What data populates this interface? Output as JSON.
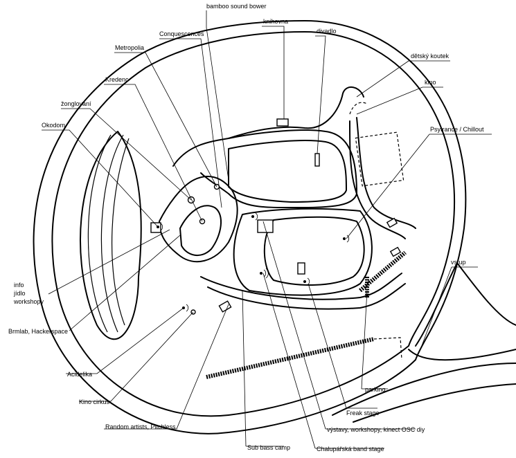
{
  "labels": {
    "bamboo": "bamboo sound bower",
    "knihovna": "knihovna",
    "divadlo": "divadlo",
    "conquescences": "Conquescences",
    "metropolia": "Metropolia",
    "detsky": "dětský koutek",
    "kredenc": "Kredenc",
    "kino": "kino",
    "zonglovani": "žonglování",
    "okodom": "Okodom",
    "psytrance": "Psytrance / Chillout",
    "vstup": "vstup",
    "info": "info",
    "jidlo": "jídlo",
    "workshopy": "workshopy",
    "brmlab": "Brmlab, Hackerspace",
    "acidelika": "Acidelika",
    "kinocirkus": "Kino cirkus",
    "parking": "parking",
    "freak": "Freak stage",
    "random": "Random artists, Pitchless",
    "vystavy": "výstavy, workshopy, kinect OSC diy",
    "subbass": "Sub bass camp",
    "chalupar": "Chalupářská band stage"
  }
}
